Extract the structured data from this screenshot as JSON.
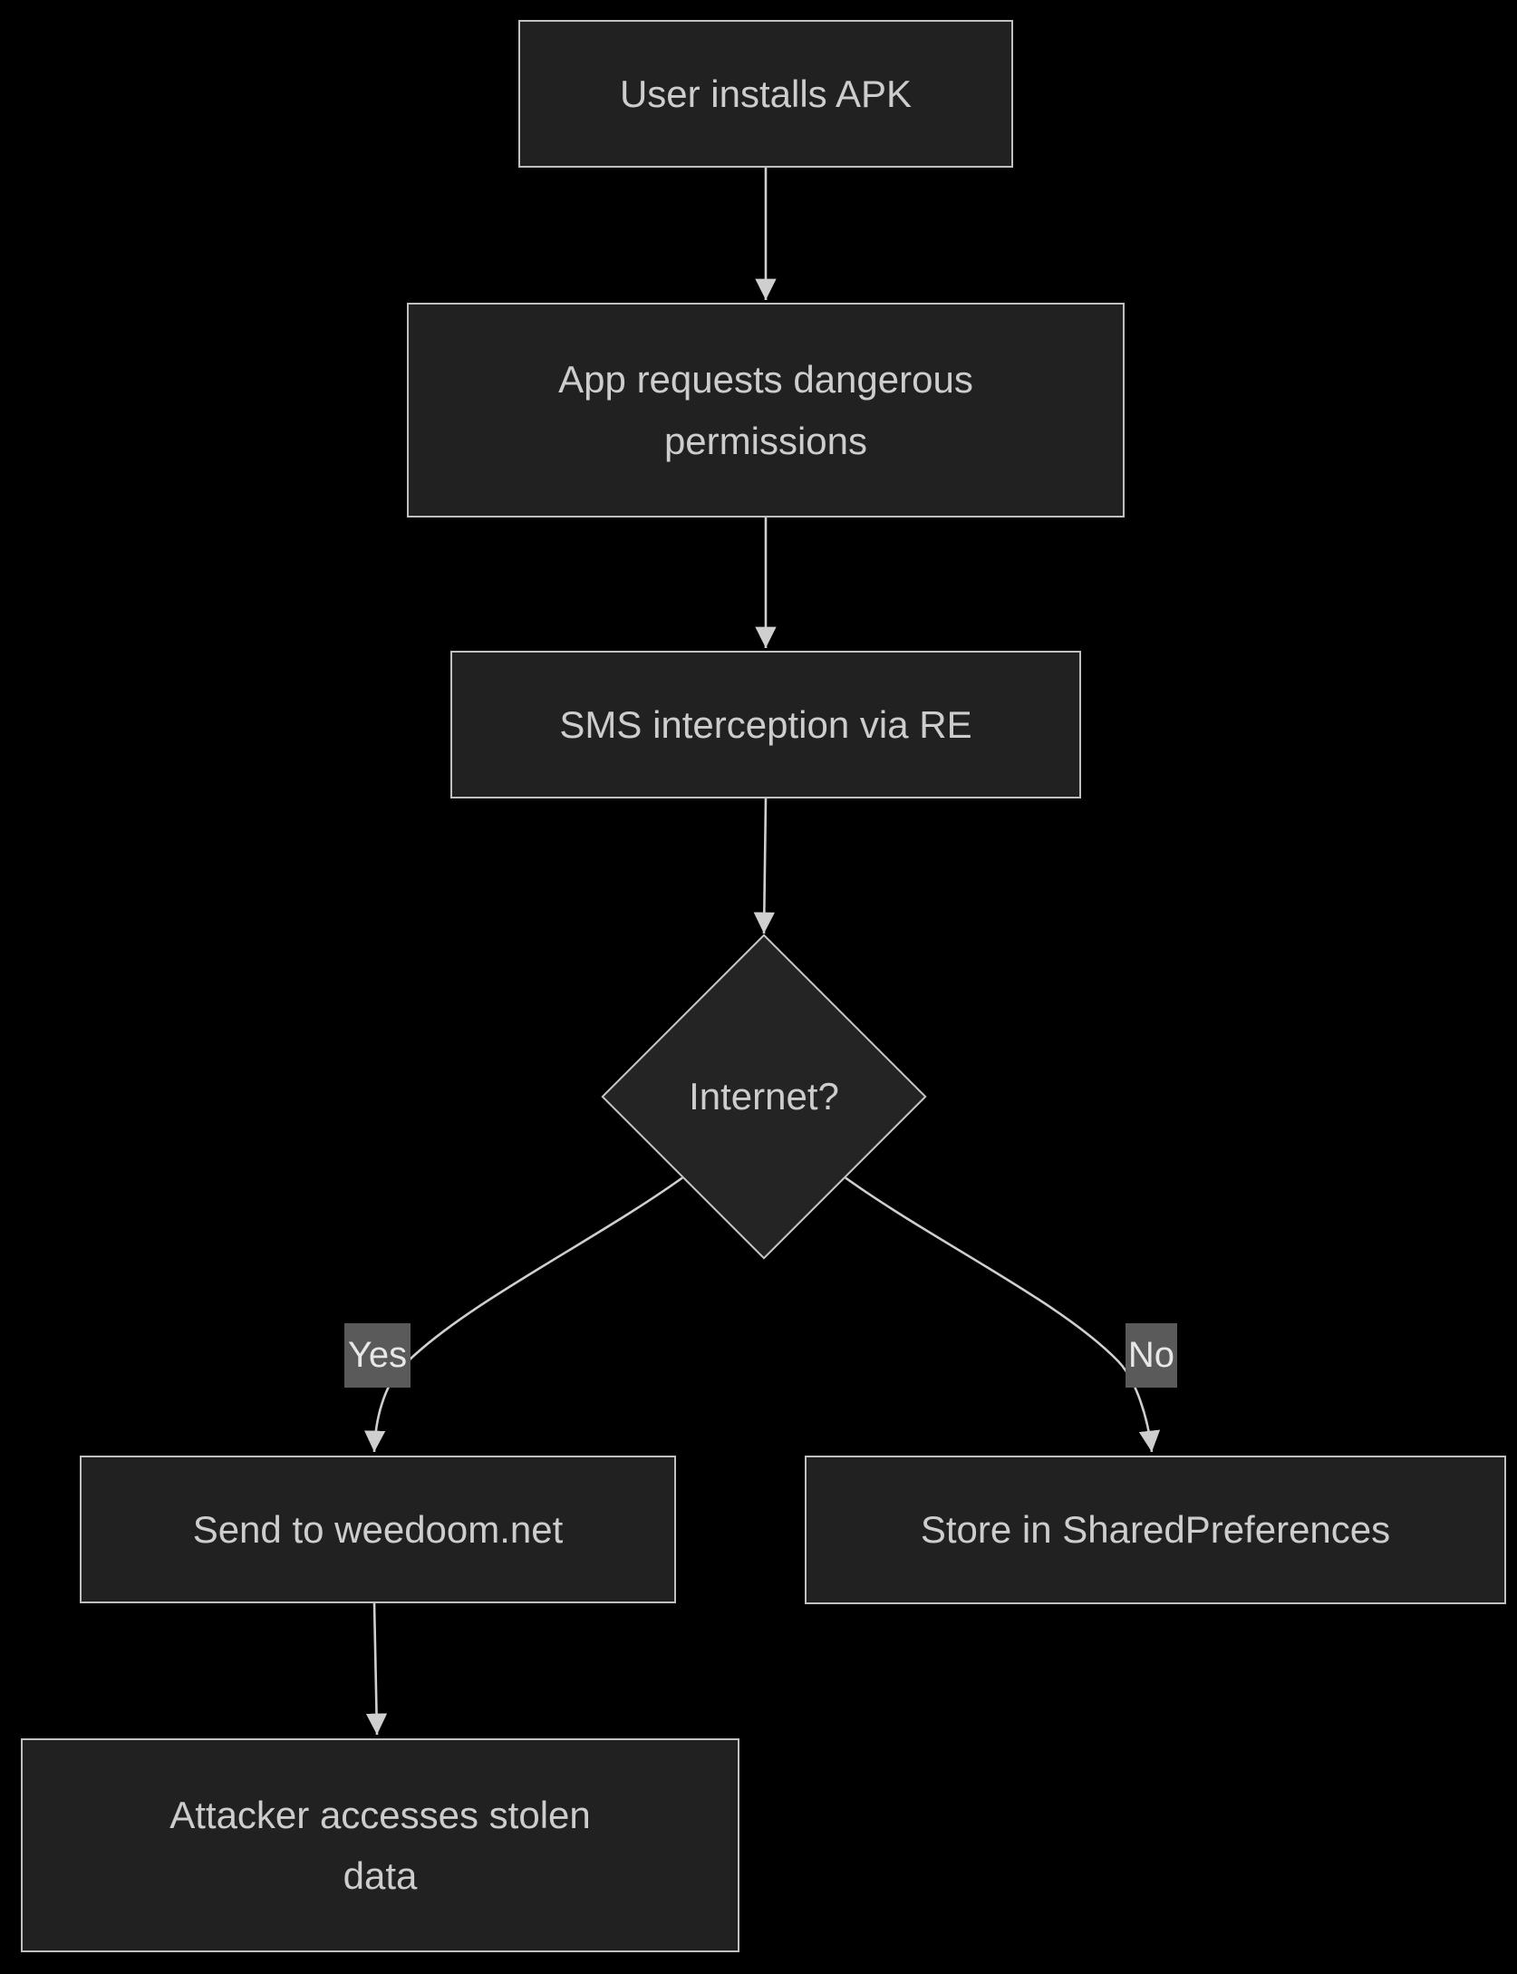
{
  "diagram": {
    "type": "flowchart",
    "direction": "top-down",
    "background_color": "#000000",
    "node_fill_color": "#212121",
    "node_border_color": "#c0c0c0",
    "node_text_color": "#cdcdcd",
    "edge_line_color": "#cfcfcf",
    "edge_label_bg_color": "#5a5a5a",
    "edge_label_text_color": "#e8e8e8",
    "nodes": {
      "install": {
        "shape": "rectangle",
        "label": "User installs APK"
      },
      "permissions": {
        "shape": "rectangle",
        "label": "App requests dangerous\npermissions"
      },
      "sms": {
        "shape": "rectangle",
        "label": "SMS interception via RE"
      },
      "internet": {
        "shape": "diamond",
        "label": "Internet?"
      },
      "send": {
        "shape": "rectangle",
        "label": "Send to weedoom.net"
      },
      "store": {
        "shape": "rectangle",
        "label": "Store in SharedPreferences"
      },
      "attacker": {
        "shape": "rectangle",
        "label": "Attacker accesses stolen\ndata"
      }
    },
    "edges": [
      {
        "from": "User installs APK",
        "to": "App requests dangerous permissions",
        "label": ""
      },
      {
        "from": "App requests dangerous permissions",
        "to": "SMS interception via RE",
        "label": ""
      },
      {
        "from": "SMS interception via RE",
        "to": "Internet?",
        "label": ""
      },
      {
        "from": "Internet?",
        "to": "Send to weedoom.net",
        "label": "Yes"
      },
      {
        "from": "Internet?",
        "to": "Store in SharedPreferences",
        "label": "No"
      },
      {
        "from": "Send to weedoom.net",
        "to": "Attacker accesses stolen data",
        "label": ""
      }
    ]
  }
}
